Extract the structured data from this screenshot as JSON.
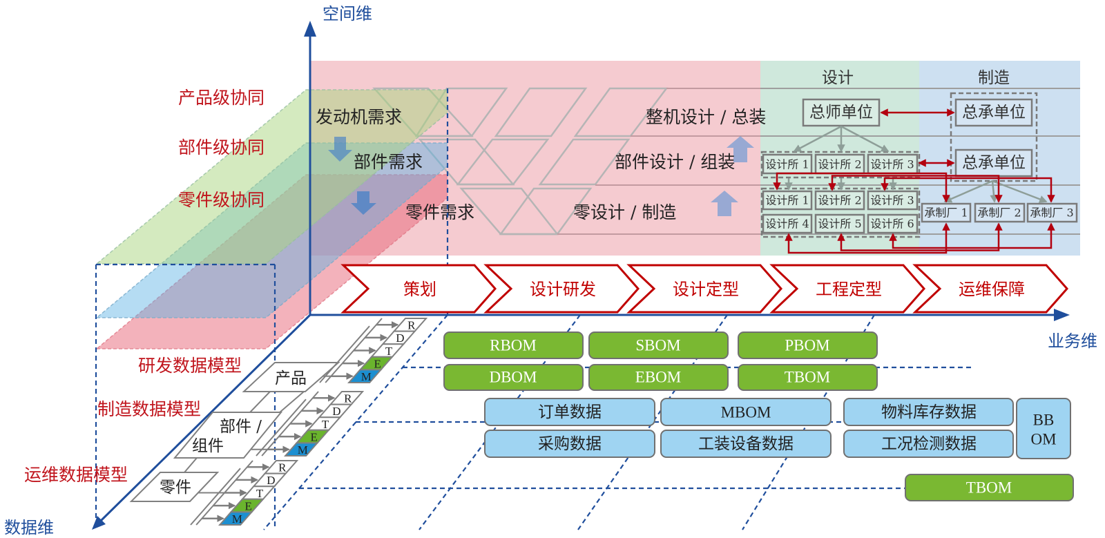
{
  "axes": {
    "space": "空间维",
    "business": "业务维",
    "data": "数据维"
  },
  "collaboration_levels": [
    "产品级协同",
    "部件级协同",
    "零件级协同"
  ],
  "requirements": [
    "发动机需求",
    "部件需求",
    "零件需求"
  ],
  "design_levels": [
    "整机设计 / 总装",
    "部件设计 / 组装",
    "零设计 / 制造"
  ],
  "design_org": {
    "title": "设计",
    "chief_unit": "总师单位",
    "row1": [
      "设计所 1",
      "设计所 2",
      "设计所 3"
    ],
    "row2": [
      "设计所 1",
      "设计所 2",
      "设计所 3"
    ],
    "row3": [
      "设计所 4",
      "设计所 5",
      "设计所 6"
    ]
  },
  "manufacturing_org": {
    "title": "制造",
    "prime_units": [
      "总承单位",
      "总承单位"
    ],
    "plants": [
      "承制厂 1",
      "承制厂 2",
      "承制厂 3"
    ]
  },
  "phases": [
    "策划",
    "设计研发",
    "设计定型",
    "工程定型",
    "运维保障"
  ],
  "data_models": {
    "labels": [
      "研发数据模型",
      "制造数据模型",
      "运维数据模型"
    ],
    "hierarchy": {
      "product": "产品",
      "component_line1": "部件 /",
      "component_line2": "组件",
      "part": "零件"
    },
    "lifecycle_cells": [
      "R",
      "D",
      "T",
      "E",
      "M"
    ]
  },
  "bom": {
    "rd_row1": [
      "RBOM",
      "SBOM",
      "PBOM"
    ],
    "rd_row2": [
      "DBOM",
      "EBOM",
      "TBOM"
    ],
    "mfg_row1": [
      "订单数据",
      "MBOM",
      "物料库存数据"
    ],
    "mfg_row2": [
      "采购数据",
      "工装设备数据",
      "工况检测数据"
    ],
    "mfg_side": [
      "BB",
      "OM"
    ],
    "ops": "TBOM"
  },
  "colors": {
    "axis_blue": "#1f4e9c",
    "accent_red": "#c00000",
    "bom_green": "#7ab832",
    "data_blue": "#9fd4f2",
    "lifecycle_cell_fill": {
      "E": "#6ab42d",
      "M": "#1c8fd1"
    }
  }
}
